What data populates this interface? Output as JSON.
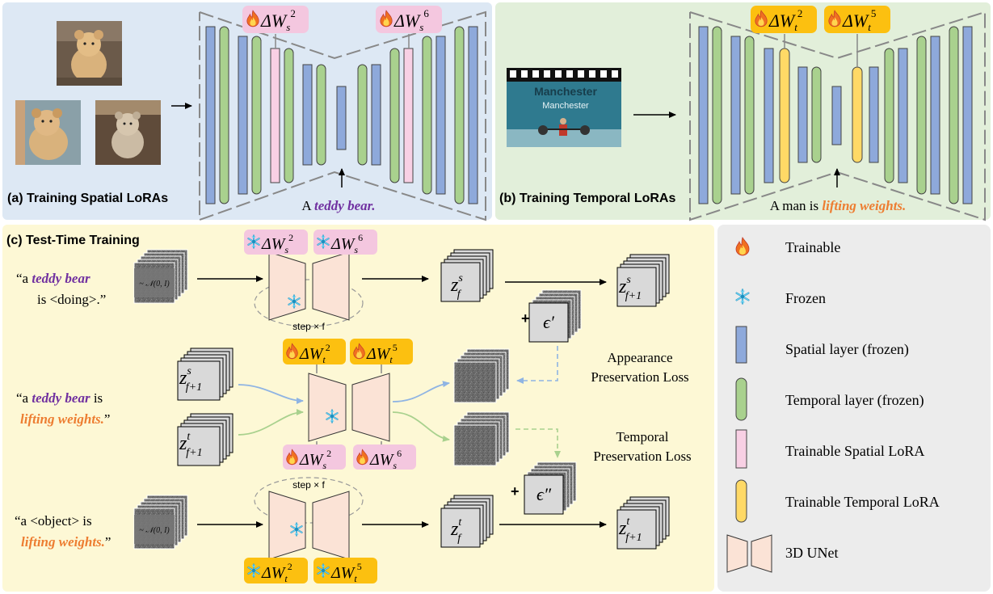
{
  "panels": {
    "a": {
      "title": "(a) Training Spatial LoRAs",
      "prompt_pre": "A ",
      "prompt_em": "teddy bear."
    },
    "b": {
      "title": "(b) Training Temporal LoRAs",
      "prompt_pre": "A man is ",
      "prompt_em": "lifting weights.",
      "frame_text_1": "Manchester",
      "frame_text_2": "Manchester"
    },
    "c": {
      "title": "(c) Test-Time Training",
      "prompt1": {
        "q1": "“a ",
        "em": "teddy bear",
        "line2": "is <doing>.”"
      },
      "prompt2": {
        "q1": "“a ",
        "em1": "teddy bear",
        "mid": " is",
        "em2": "lifting weights.",
        "q2": "”"
      },
      "prompt3": {
        "line1": "“a <object> is",
        "em": "lifting weights.",
        "q2": "”"
      },
      "noise_label": "~ 𝒩(0, I)",
      "step_label": "step × f",
      "appearance_loss": [
        "Appearance",
        "Preservation Loss"
      ],
      "temporal_loss": [
        "Temporal",
        "Preservation Loss"
      ],
      "plus": "+",
      "eps1": "ϵ′",
      "eps2": "ϵ″"
    }
  },
  "legend": {
    "items": [
      {
        "label": "Trainable",
        "icon": "fire-icon"
      },
      {
        "label": "Frozen",
        "icon": "snowflake-icon"
      },
      {
        "label": "Spatial layer (frozen)",
        "icon": "spatial-layer-icon"
      },
      {
        "label": "Temporal layer (frozen)",
        "icon": "temporal-layer-icon"
      },
      {
        "label": "Trainable Spatial LoRA",
        "icon": "spatial-lora-icon"
      },
      {
        "label": "Trainable Temporal LoRA",
        "icon": "temporal-lora-icon"
      },
      {
        "label": "3D UNet",
        "icon": "unet-icon"
      }
    ]
  },
  "colors": {
    "panel_a_bg": "#dde8f4",
    "panel_b_bg": "#e2efda",
    "panel_c_bg": "#fdf8d5",
    "legend_bg": "#ececec",
    "spatial_blue": "#8ea9db",
    "temporal_green": "#a9d18e",
    "lora_pink": "#f8d0e4",
    "lora_yellow": "#ffd966",
    "tag_pink": "#f4c7df",
    "tag_yellow": "#fcc010",
    "unet_peach": "#fbe3d6",
    "purple": "#7030a0",
    "orange": "#ed7d31"
  }
}
